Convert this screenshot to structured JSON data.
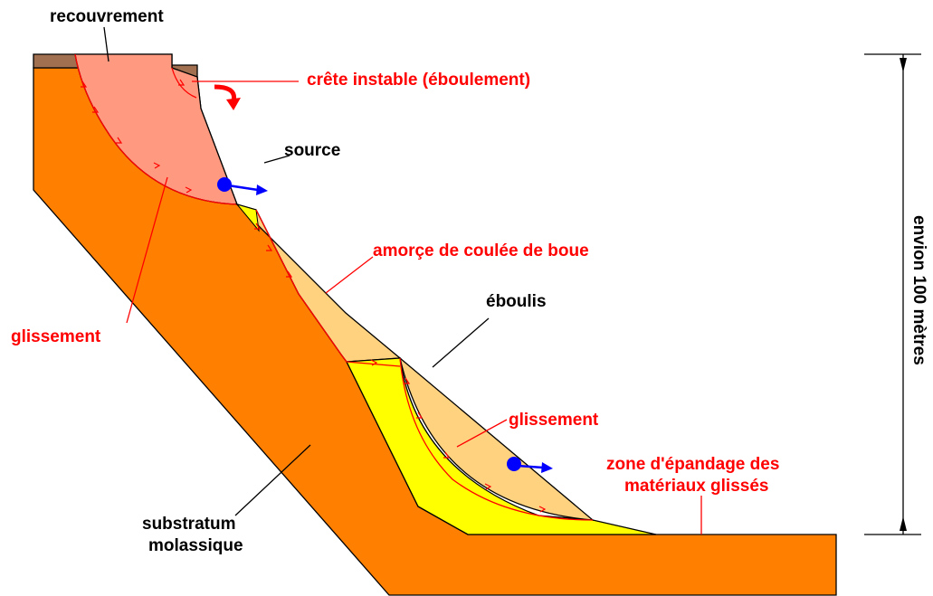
{
  "labels": {
    "recouvrement": "recouvrement",
    "crete": "crête instable (éboulement)",
    "source": "source",
    "amorce": "amorçe de coulée de boue",
    "eboulis": "éboulis",
    "glissement_left": "glissement",
    "glissement_right": "glissement",
    "zone_line1": "zone d'épandage des",
    "zone_line2": "matériaux glissés",
    "substratum_line1": "substratum",
    "substratum_line2": "molassique",
    "height": "envion 100 mètres"
  },
  "colors": {
    "substratum": "#ff8000",
    "slide_block": "#ff9a80",
    "cover": "#a07050",
    "debris": "#ffd280",
    "mudflow": "#ffff00",
    "label_red": "#ff0000",
    "water_arrow": "#0000ff"
  }
}
